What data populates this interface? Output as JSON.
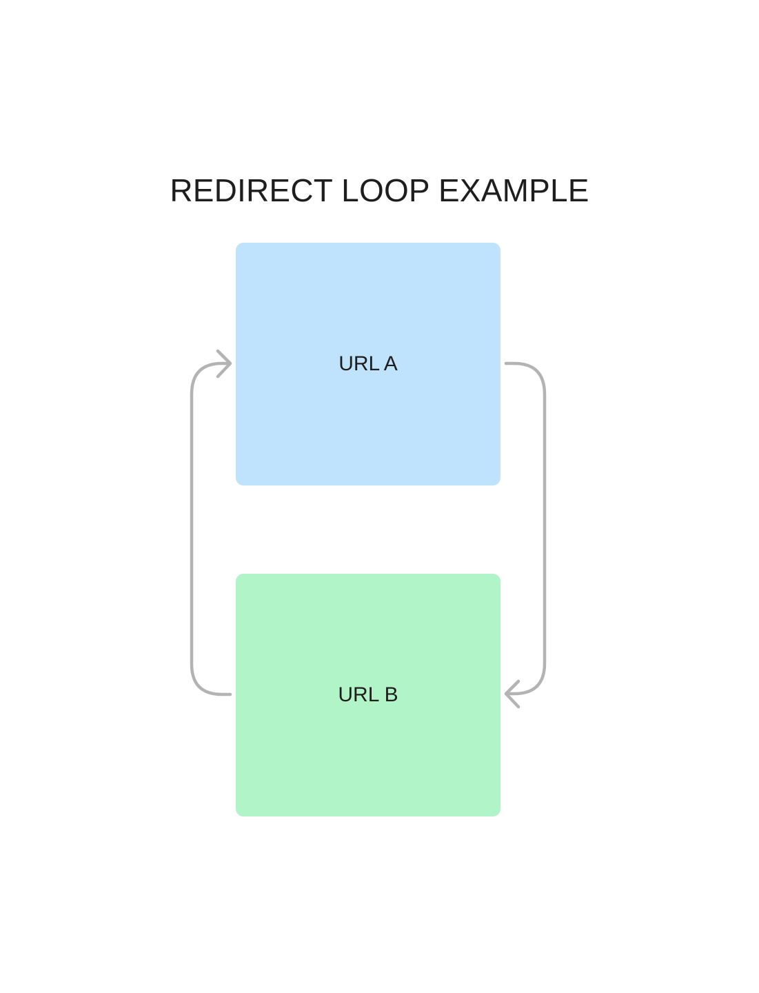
{
  "title": "REDIRECT LOOP EXAMPLE",
  "nodes": [
    {
      "label": "URL A",
      "color": "#bfe3fd"
    },
    {
      "label": "URL B",
      "color": "#b0f4c8"
    }
  ],
  "edge_color": "#b3b3b3"
}
